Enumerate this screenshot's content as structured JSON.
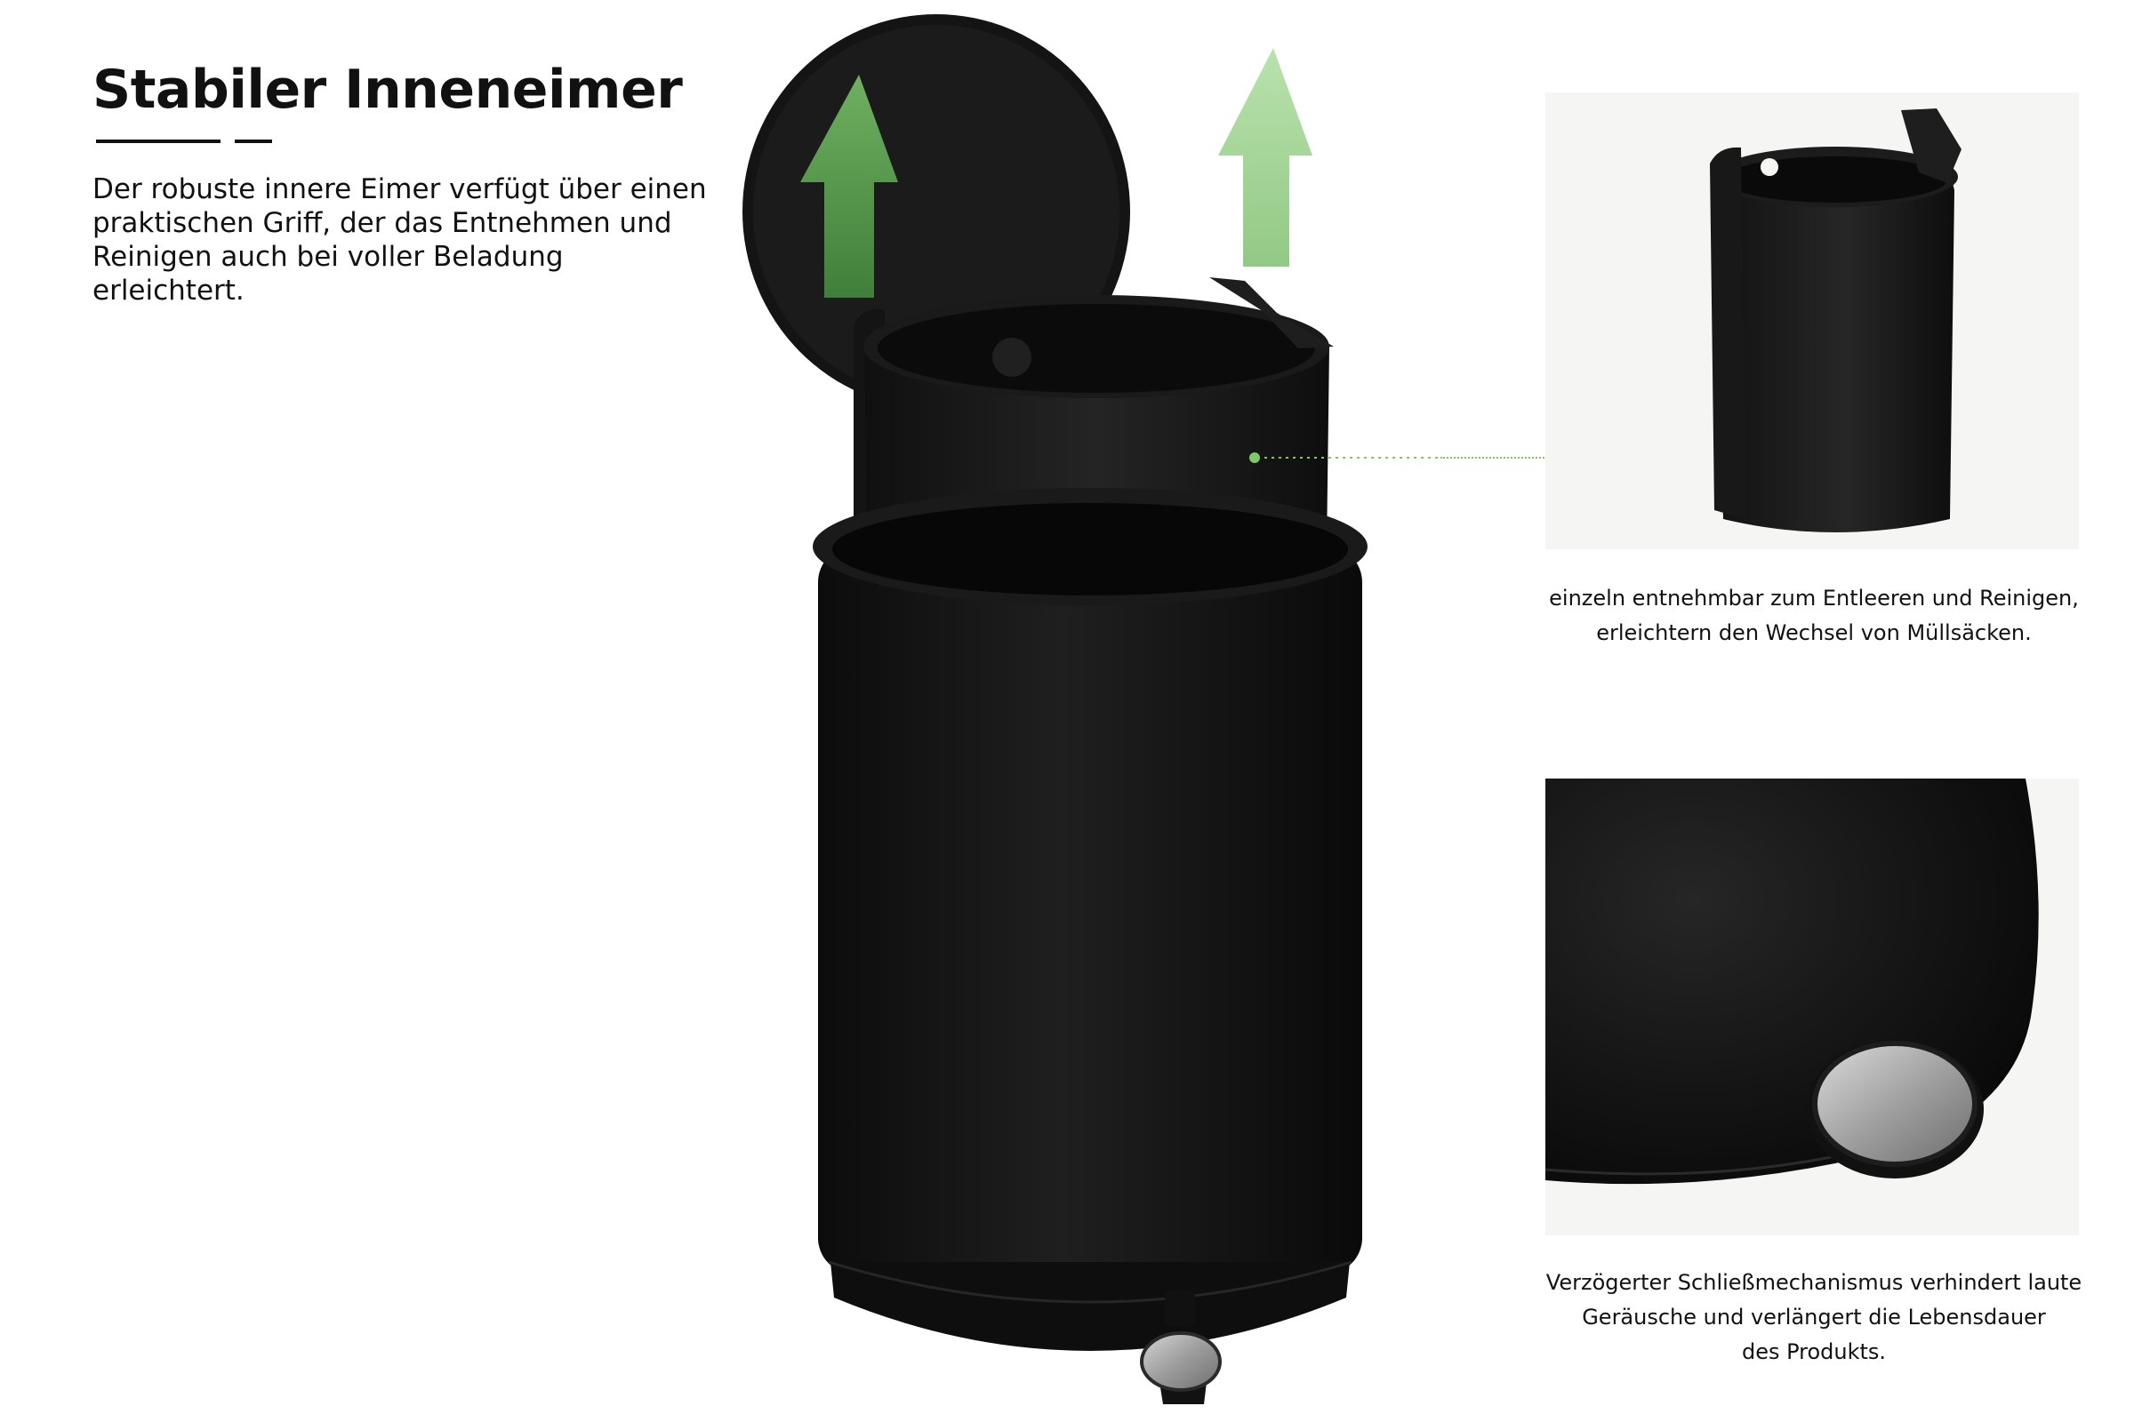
{
  "heading": {
    "title": "Stabiler Inneneimer",
    "description": "Der robuste innere Eimer verfügt über einen\npraktischen Griff, der das Entnehmen und\nReinigen auch bei voller Beladung\nerleichtert."
  },
  "features": [
    {
      "caption": "einzeln entnehmbar zum Entleeren und Reinigen,\nerleichtern den Wechsel von Müllsäcken.",
      "icon": "inner-bucket-icon"
    },
    {
      "caption": "Verzögerter Schließmechanismus verhindert laute\nGeräusche und verlängert die Lebensdauer\ndes Produkts.",
      "icon": "pedal-closeup-icon"
    }
  ],
  "colors": {
    "bin_black": "#161616",
    "arrow_dark_green": "#5a9a4f",
    "arrow_light_green": "#a9d89c",
    "pointer_green": "#7ec86a",
    "panel_bg": "#f5f6f3",
    "pedal_steel": "#a8a8a8"
  }
}
